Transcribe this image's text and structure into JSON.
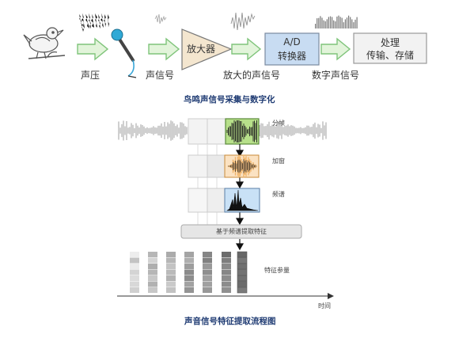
{
  "pipeline": {
    "label_sound_pressure": "声压",
    "label_sound_signal": "声信号",
    "amplifier": "放大器",
    "label_amplified_signal": "放大的声信号",
    "adc_line1": "A/D",
    "adc_line2": "转换器",
    "label_digital_signal": "数字声信号",
    "process_line1": "处理",
    "process_line2": "传输、存储"
  },
  "top_caption": "鸟鸣声信号采集与数字化",
  "feature": {
    "label_framing": "分帧",
    "label_windowing": "加窗",
    "label_spectrum": "频谱",
    "extraction_box": "基于频谱提取特征",
    "label_feature_params": "特征参量",
    "label_time": "时间"
  },
  "bottom_caption": "声音信号特征提取流程图",
  "colors": {
    "arrow_fill": "#e2f4da",
    "arrow_stroke": "#7fc47a",
    "amp_fill": "#f4e6cf",
    "adc_fill": "#c8dcf2",
    "frame_green": "#b7e08a",
    "window_orange": "#f0b46a",
    "spectrum_blue": "#c9e1f6",
    "caption_blue": "#1f3b73"
  }
}
